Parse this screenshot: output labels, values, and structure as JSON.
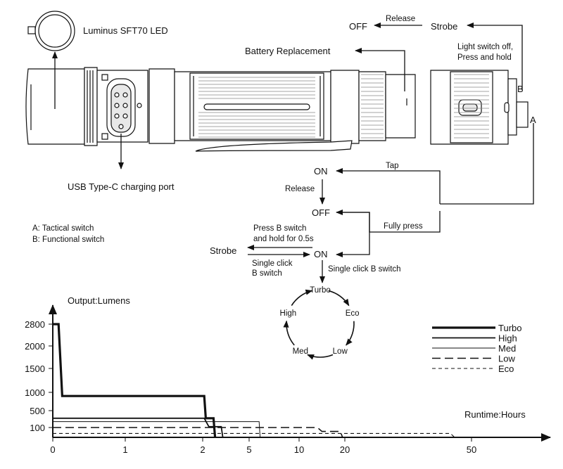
{
  "callouts": {
    "led": "Luminus SFT70 LED",
    "battery": "Battery Replacement",
    "usb": "USB Type-C charging port",
    "light_switch_off_1": "Light switch off,",
    "light_switch_off_2": "Press and hold",
    "switch_b": "B",
    "switch_a": "A"
  },
  "legend_switches": {
    "a": "A: Tactical switch",
    "b": "B: Functional switch"
  },
  "flow": {
    "off_top": "OFF",
    "release_top": "Release",
    "strobe_top": "Strobe",
    "tap": "Tap",
    "on_1": "ON",
    "release_mid": "Release",
    "off_mid": "OFF",
    "fully_press": "Fully press",
    "press_b_1": "Press B switch",
    "press_b_2": "and hold for 0.5s",
    "strobe_mid": "Strobe",
    "on_2": "ON",
    "single_click_left_1": "Single click",
    "single_click_left_2": "B switch",
    "single_click_right": "Single click B switch"
  },
  "mode_cycle": [
    "Turbo",
    "Eco",
    "Low",
    "Med",
    "High"
  ],
  "chart_data": {
    "type": "line",
    "ylabel": "Output:Lumens",
    "xlabel": "Runtime:Hours",
    "y_ticks": [
      100,
      500,
      1000,
      1500,
      2000,
      2800
    ],
    "x_ticks": [
      "0",
      "1",
      "2",
      "5",
      "10",
      "20",
      "50"
    ],
    "x_scale": "non-linear",
    "legend_placement": "right",
    "series": [
      {
        "name": "Turbo",
        "style": "thick solid",
        "points": [
          [
            0,
            2800
          ],
          [
            0.08,
            2800
          ],
          [
            0.13,
            900
          ],
          [
            2.1,
            900
          ],
          [
            2.2,
            320
          ],
          [
            2.7,
            320
          ],
          [
            2.8,
            0
          ]
        ]
      },
      {
        "name": "High",
        "style": "solid",
        "points": [
          [
            0,
            320
          ],
          [
            2.1,
            320
          ],
          [
            2.4,
            120
          ],
          [
            3.2,
            120
          ],
          [
            3.3,
            0
          ]
        ]
      },
      {
        "name": "Med",
        "style": "thin solid",
        "points": [
          [
            0,
            240
          ],
          [
            6,
            240
          ],
          [
            6.1,
            0
          ]
        ]
      },
      {
        "name": "Low",
        "style": "long dash",
        "points": [
          [
            0,
            100
          ],
          [
            14,
            100
          ],
          [
            15,
            60
          ],
          [
            19,
            60
          ],
          [
            19.5,
            0
          ]
        ]
      },
      {
        "name": "Eco",
        "style": "short dash",
        "points": [
          [
            0,
            40
          ],
          [
            45,
            40
          ],
          [
            46,
            0
          ]
        ]
      }
    ]
  }
}
